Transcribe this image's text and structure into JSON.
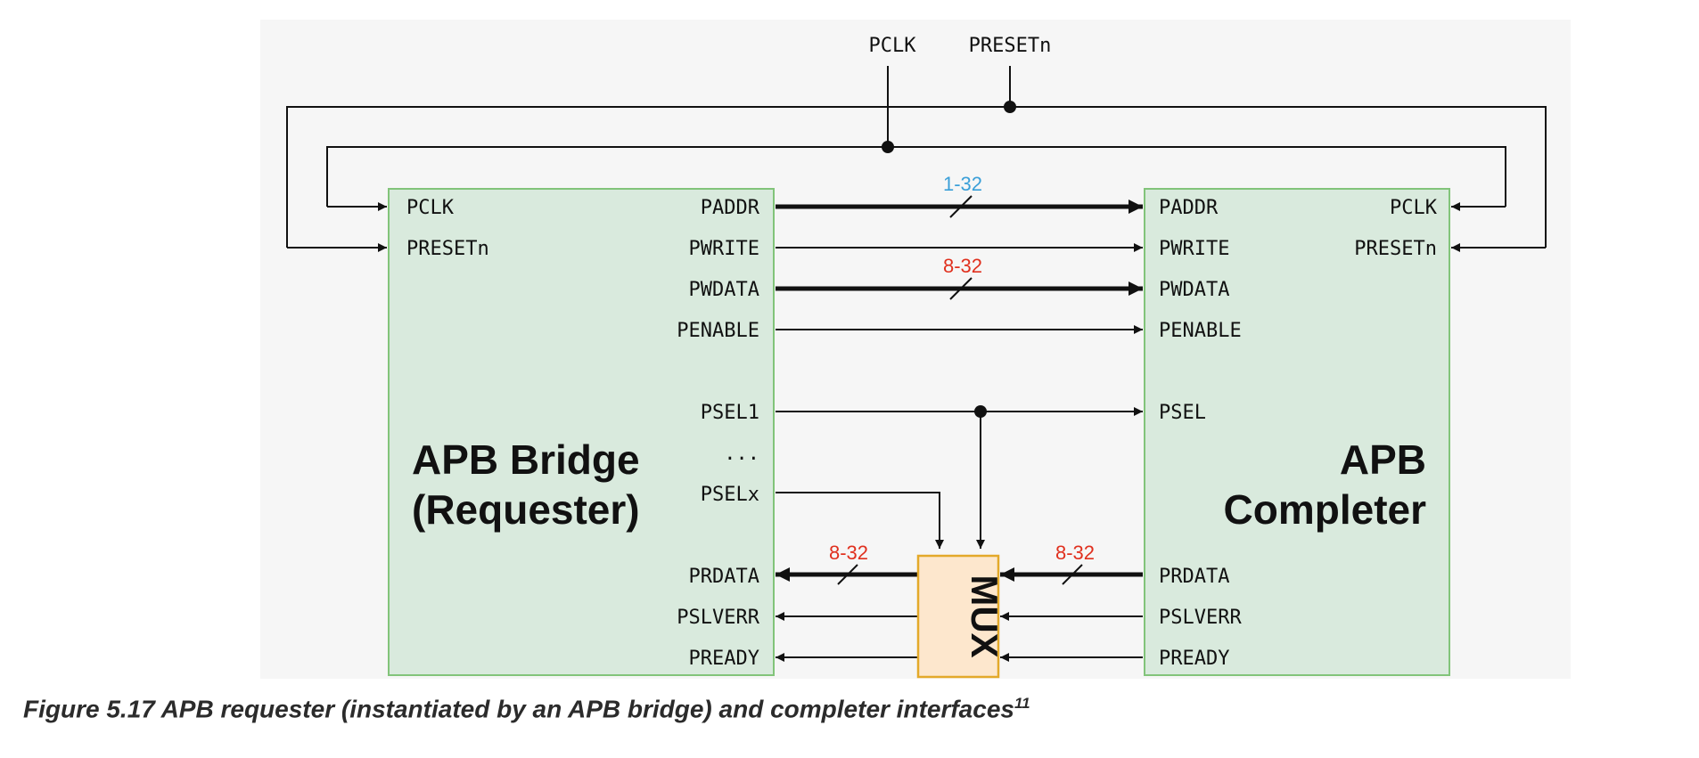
{
  "top_signals": {
    "pclk": "PCLK",
    "presetn": "PRESETn"
  },
  "requester": {
    "title_line1": "APB Bridge",
    "title_line2": "(Requester)",
    "inputs": {
      "pclk": "PCLK",
      "presetn": "PRESETn"
    },
    "outputs": {
      "paddr": "PADDR",
      "pwrite": "PWRITE",
      "pwdata": "PWDATA",
      "penable": "PENABLE",
      "psel1": "PSEL1",
      "ellipsis": "...",
      "pselx": "PSELx",
      "prdata": "PRDATA",
      "pslverr": "PSLVERR",
      "pready": "PREADY"
    }
  },
  "completer": {
    "title_line1": "APB",
    "title_line2": "Completer",
    "inputs": {
      "pclk": "PCLK",
      "presetn": "PRESETn"
    },
    "ports": {
      "paddr": "PADDR",
      "pwrite": "PWRITE",
      "pwdata": "PWDATA",
      "penable": "PENABLE",
      "psel": "PSEL",
      "prdata": "PRDATA",
      "pslverr": "PSLVERR",
      "pready": "PREADY"
    }
  },
  "mux": {
    "label": "MUX"
  },
  "bus_widths": {
    "paddr": "1-32",
    "pwdata": "8-32",
    "prdata_requester": "8-32",
    "prdata_completer": "8-32"
  },
  "colors": {
    "block_fill": "#d9eadd",
    "block_stroke": "#82c47a",
    "mux_fill": "#fde7cd",
    "mux_stroke": "#e3a92a",
    "width_blue": "#3a9fd8",
    "width_red": "#e0301e",
    "background_panel": "#f6f6f6"
  },
  "caption": {
    "text": "Figure 5.17 APB requester (instantiated by an APB bridge) and completer interfaces",
    "footnote": "11"
  }
}
